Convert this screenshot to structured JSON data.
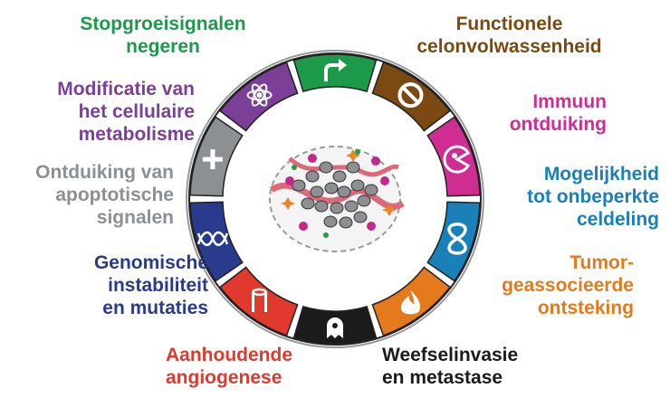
{
  "labels": {
    "stopgroei": "Stopgroeisignalen\nnegeren",
    "functionele": "Functionele\ncelonvolwassenheid",
    "immuun": "Immuun\nontduiking",
    "onbeperkt": "Mogelijkheid\ntot onbeperkte\nceldeling",
    "tumor": "Tumor-\ngeassocieerde\nontsteking",
    "weefsel": "Weefselinvasie\nen metastase",
    "angio": "Aanhoudende\nangiogenese",
    "genomisch": "Genomische\ninstabiliteit\nen mutaties",
    "apoptose": "Ontduiking van\napoptotische\nsignalen",
    "metabolisme": "Modificatie van\nhet cellulaire\nmetabolisme"
  },
  "colors": {
    "stopgroei": "#1c9a4a",
    "functionele": "#7b4a12",
    "immuun": "#cf2d91",
    "onbeperkt": "#1a80b8",
    "tumor": "#e57a1c",
    "weefsel": "#1b1b1b",
    "angio": "#e03a2e",
    "genomisch": "#2a3a8c",
    "apoptose": "#8c9093",
    "metabolisme": "#7b3f98"
  },
  "segments": [
    {
      "key": "stopgroei",
      "icon": "arrow-up-right-icon"
    },
    {
      "key": "functionele",
      "icon": "prohibit-icon"
    },
    {
      "key": "immuun",
      "icon": "pacman-cell-icon"
    },
    {
      "key": "onbeperkt",
      "icon": "infinity-icon"
    },
    {
      "key": "tumor",
      "icon": "flame-icon"
    },
    {
      "key": "weefsel",
      "icon": "ghost-cell-icon"
    },
    {
      "key": "angio",
      "icon": "vessel-icon"
    },
    {
      "key": "genomisch",
      "icon": "dna-icon"
    },
    {
      "key": "apoptose",
      "icon": "plus-icon"
    },
    {
      "key": "metabolisme",
      "icon": "atom-icon"
    }
  ]
}
